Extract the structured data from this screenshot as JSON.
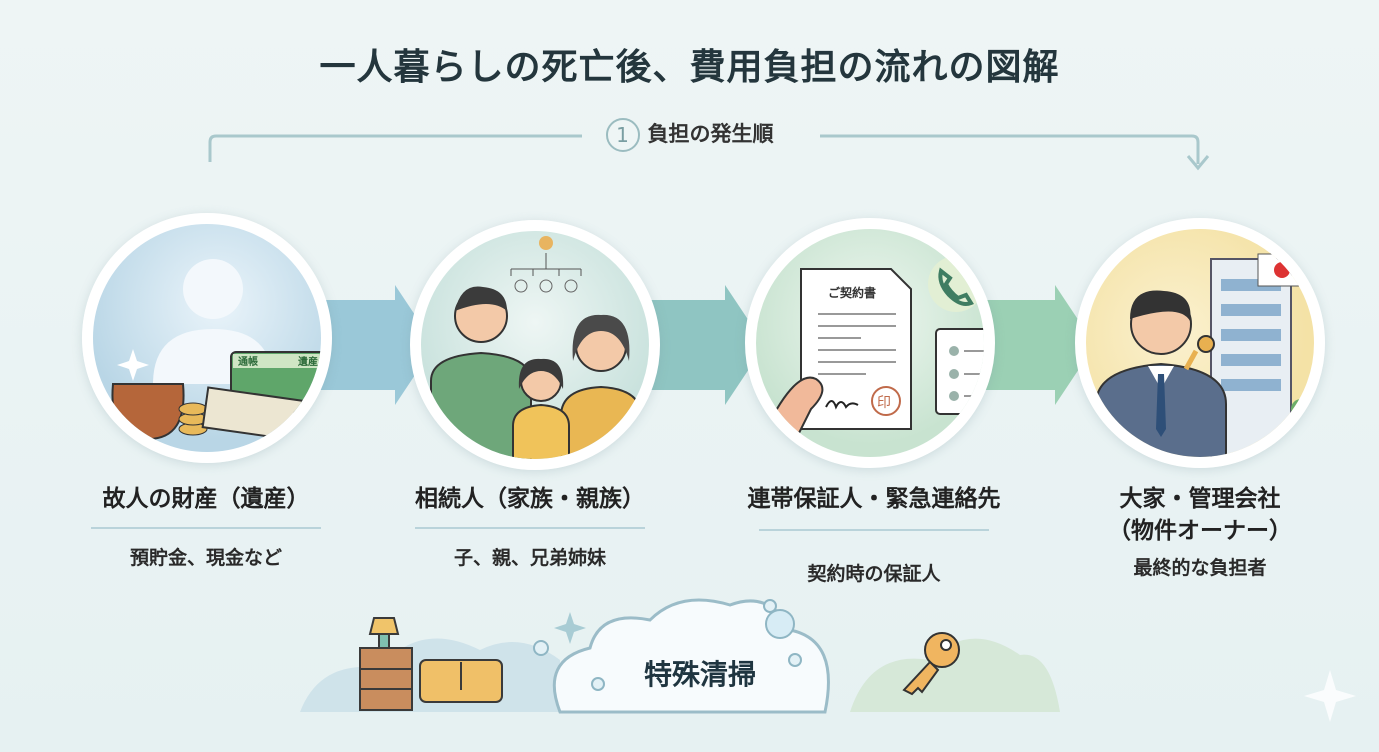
{
  "title": "一人暮らしの死亡後、費用負担の流れの図解",
  "order": {
    "number": "1",
    "label": "負担の発生順"
  },
  "steps": [
    {
      "heading": "故人の財産（遺産）",
      "sub": "預貯金、現金など",
      "bankbook_text": [
        "通帳",
        "遺産"
      ]
    },
    {
      "heading": "相続人（家族・親族）",
      "sub": "子、親、兄弟姉妹"
    },
    {
      "heading": "連帯保証人・緊急連絡先",
      "sub": "契約時の保証人",
      "document_title": "ご契約書",
      "seal": "印"
    },
    {
      "heading": "大家・管理会社",
      "heading2": "（物件オーナー）",
      "sub": "最終的な負担者"
    }
  ],
  "cleaning": {
    "label": "特殊清掃"
  },
  "colors": {
    "bg": "#eaf3f3",
    "circle1": "#b9d6e6",
    "circle2": "#c9e2dd",
    "circle3": "#c8e3d0",
    "circle4": "#f4e2a6",
    "arrow": "#7fb5c7"
  }
}
